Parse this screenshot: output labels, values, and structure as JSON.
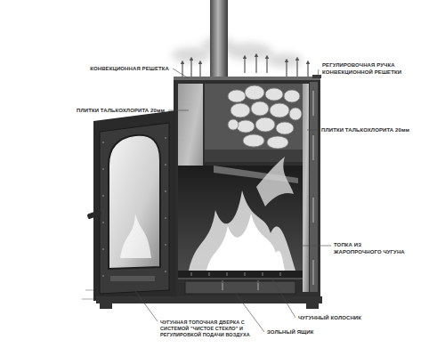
{
  "diagram": {
    "labels": [
      "КОНВЕКЦИОННАЯ РЕШЕТКА",
      "РЕГУЛИРОВОЧНАЯ РУЧКА КОНВЕКЦИОННОЙ РЕШЕТКИ",
      "ПЛИТКИ ТАЛЬКОХЛОРИТА 20мм",
      "ПЛИТКИ ТАЛЬКОХЛОРИТА 20мм",
      "ТОПКА ИЗ ЖАРОПРОЧНОГО ЧУГУНА",
      "ЧУГУННЫЙ КОЛОСНИК",
      "ЗОЛЬНЫЙ ЯЩИК",
      "ЧУГУННАЯ ТОПОЧНАЯ ДВЕРКА С СИСТЕМОЙ \"ЧИСТОЕ СТЕКЛО\" И РЕГУЛИРОВКОЙ ПОДАЧИ ВОЗДУХА"
    ]
  }
}
